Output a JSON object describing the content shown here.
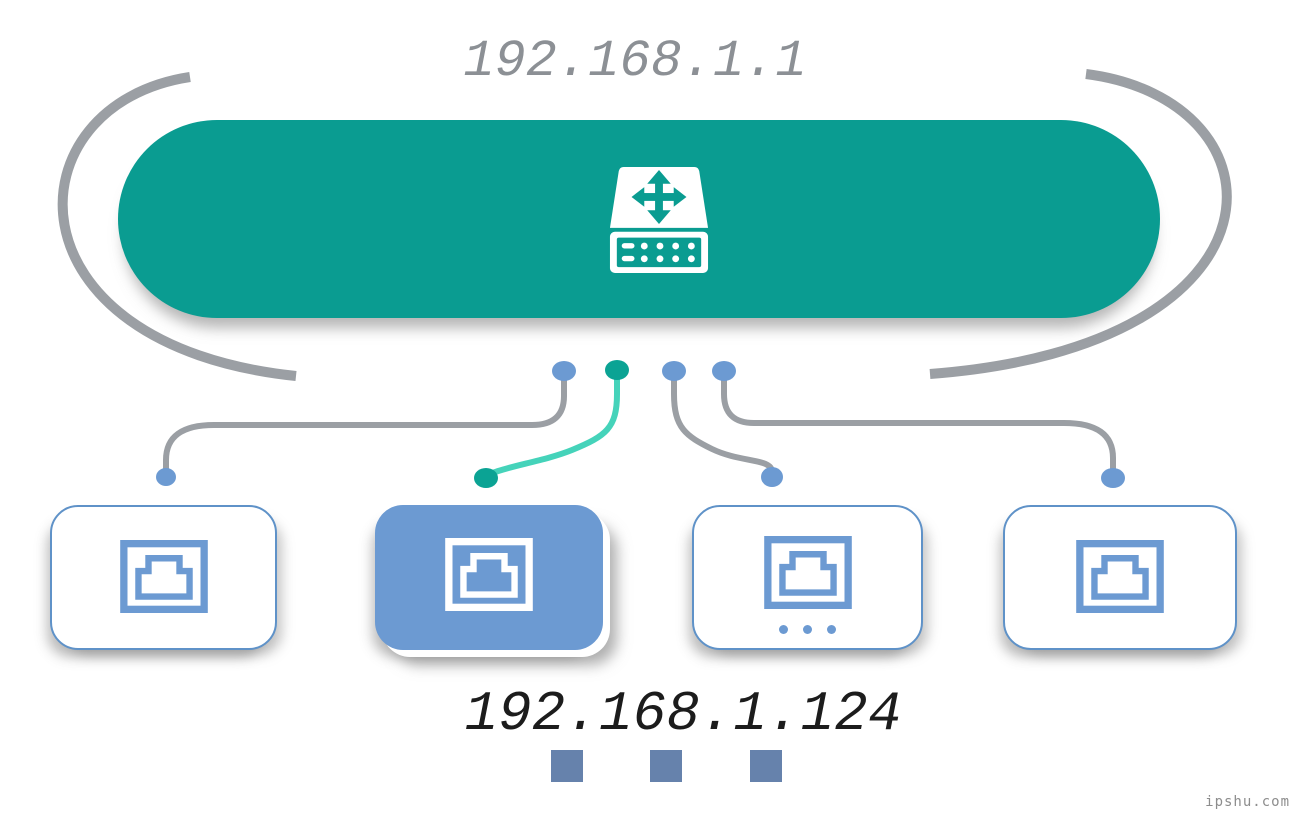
{
  "router": {
    "ip_label": "192.168.1.1",
    "icon": "network-switch-icon"
  },
  "device": {
    "ip_label": "192.168.1.124"
  },
  "connections": [
    {
      "port": 1,
      "active": false,
      "cable_color": "#9B9FA4"
    },
    {
      "port": 2,
      "active": true,
      "cable_color": "#45D3BA"
    },
    {
      "port": 3,
      "active": false,
      "cable_color": "#9B9FA4"
    },
    {
      "port": 4,
      "active": false,
      "cable_color": "#9B9FA4"
    }
  ],
  "port_boxes": [
    {
      "icon": "ethernet-port-icon",
      "highlighted": false,
      "ellipsis": false
    },
    {
      "icon": "ethernet-port-icon",
      "highlighted": true,
      "ellipsis": false
    },
    {
      "icon": "ethernet-port-icon",
      "highlighted": false,
      "ellipsis": true
    },
    {
      "icon": "ethernet-port-icon",
      "highlighted": false,
      "ellipsis": false
    }
  ],
  "footer": {
    "watermark": "ipshu.com",
    "squares_count": 3
  },
  "colors": {
    "teal": "#0A9C91",
    "teal_dot": "#0BA394",
    "teal_cable": "#45D3BA",
    "blue": "#6C9AD2",
    "blue_border": "#5F92C8",
    "blue_muted": "#6682AC",
    "line_gray": "#9B9FA4",
    "title_gray": "#8C9095",
    "text_dark": "#1C1C1C",
    "watermark_gray": "#8D8D8D"
  }
}
